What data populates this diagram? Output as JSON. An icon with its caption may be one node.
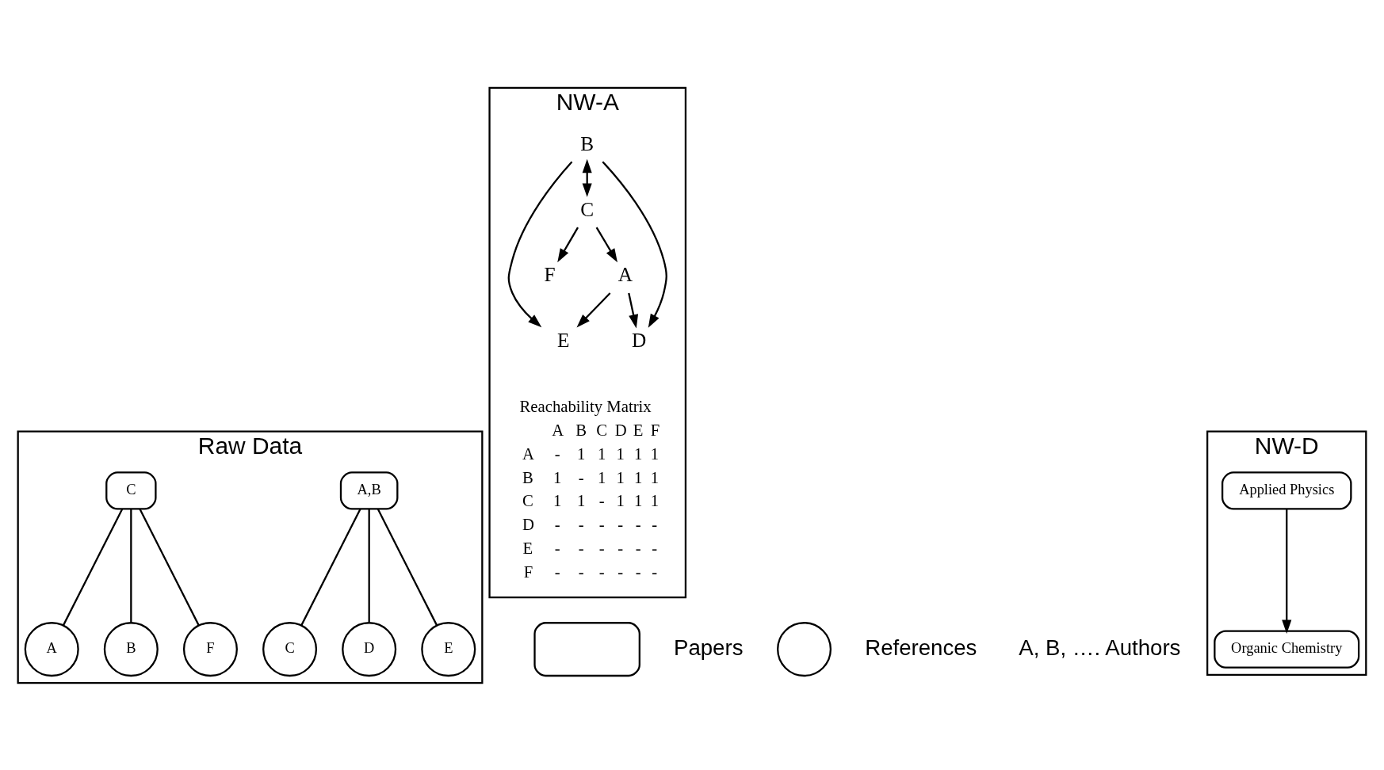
{
  "diagram": {
    "nodes": [
      {
        "text": [
          "Raw Data"
        ]
      },
      {
        "text": [
          "A,B"
        ],
        "in": 0
      },
      {
        "text": [
          "C"
        ],
        "in": 0
      },
      {
        "text": [
          "D"
        ],
        "in": 0
      },
      {
        "text": [
          "E"
        ],
        "in": 0
      },
      {
        "text": [
          "C"
        ],
        "in": 0
      },
      {
        "text": [
          "A"
        ],
        "in": 0
      },
      {
        "text": [
          "B"
        ],
        "in": 0
      },
      {
        "text": [
          "F"
        ],
        "in": 0
      },
      {
        "text": [
          "NW-A"
        ]
      },
      {
        "text": [
          "A"
        ],
        "in": 9
      },
      {
        "text": [
          "B"
        ],
        "in": 9
      },
      {
        "text": [
          "F"
        ],
        "in": 9
      },
      {
        "text": [
          "C"
        ],
        "in": 9
      },
      {
        "text": [
          "E"
        ],
        "in": 9
      },
      {
        "text": [
          "D"
        ],
        "in": 9
      },
      {
        "text": [
          "NW-D"
        ]
      },
      {
        "text": [
          "Applied Physics"
        ],
        "in": 16
      },
      {
        "text": [
          "Organic Chemistry"
        ],
        "in": 16
      },
      {
        "text": [],
        "shape": "box"
      },
      {
        "text": [],
        "shape": "circle"
      }
    ],
    "edges": [
      {
        "from": 1,
        "to": 2,
        "arrow": "none"
      },
      {
        "from": 1,
        "to": 3,
        "arrow": "none"
      },
      {
        "from": 1,
        "to": 4,
        "arrow": "none"
      },
      {
        "from": 5,
        "to": 6,
        "arrow": "none"
      },
      {
        "from": 5,
        "to": 7,
        "arrow": "none"
      },
      {
        "from": 5,
        "to": 8,
        "arrow": "none"
      },
      {
        "from": 10,
        "to": 14,
        "arrow": "to"
      },
      {
        "from": 10,
        "to": 15,
        "arrow": "to"
      },
      {
        "from": 13,
        "to": 10,
        "arrow": "to"
      },
      {
        "from": 11,
        "to": 14,
        "arrow": "to"
      },
      {
        "from": 11,
        "to": 15,
        "arrow": "to"
      },
      {
        "from": 11,
        "to": 13,
        "arrow": "both"
      },
      {
        "from": 13,
        "to": 12,
        "arrow": "to"
      },
      {
        "from": 17,
        "to": 18,
        "arrow": "to"
      }
    ],
    "labels": [
      "Reachability Matrix",
      "A",
      "B",
      "C",
      "D",
      "E",
      "F",
      "A",
      "-",
      "1",
      "1",
      "1",
      "1",
      "1",
      "B",
      "1",
      "-",
      "1",
      "1",
      "1",
      "1",
      "C",
      "1",
      "1",
      "-",
      "1",
      "1",
      "1",
      "D",
      "-",
      "-",
      "-",
      "-",
      "-",
      "-",
      "E",
      "-",
      "-",
      "-",
      "-",
      "-",
      "-",
      "F",
      "-",
      "-",
      "-",
      "-",
      "-",
      "-",
      "A, B, …. Authors"
    ],
    "legend": [
      {
        "text": "Papers"
      },
      {
        "text": "References"
      }
    ]
  }
}
